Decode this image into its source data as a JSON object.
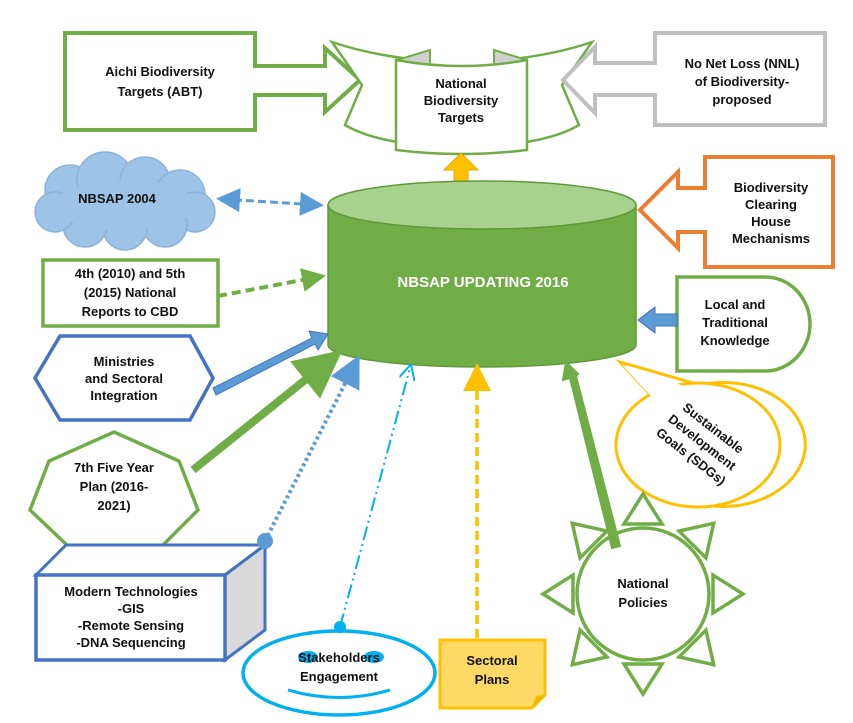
{
  "colors": {
    "green": "#70ad47",
    "light_green": "#a9d18e",
    "blue": "#4472c4",
    "light_blue": "#9dc3e6",
    "cyan": "#00b0f0",
    "orange": "#ed7d31",
    "gold": "#ffc000",
    "grey": "#bfbfbf"
  },
  "center": {
    "label": "NBSAP UPDATING 2016"
  },
  "nodes": {
    "aichi": [
      "Aichi Biodiversity",
      "Targets (ABT)"
    ],
    "national_targets": [
      "National",
      "Biodiversity",
      "Targets"
    ],
    "nnl": [
      "No Net Loss (NNL)",
      "of Biodiversity-",
      "proposed"
    ],
    "nbsap2004": [
      "NBSAP 2004"
    ],
    "clearing_house": [
      "Biodiversity",
      "Clearing",
      "House",
      "Mechanisms"
    ],
    "reports": [
      "4th (2010) and 5th",
      "(2015) National",
      "Reports to CBD"
    ],
    "local_knowledge": [
      "Local and",
      "Traditional",
      "Knowledge"
    ],
    "ministries": [
      "Ministries",
      "and Sectoral",
      "Integration"
    ],
    "sdgs": [
      "Sustainable",
      "Development",
      "Goals (SDGs)"
    ],
    "five_year_plan": [
      "7th Five Year",
      "Plan (2016-",
      "2021)"
    ],
    "modern_tech": [
      "Modern Technologies",
      "-GIS",
      "-Remote Sensing",
      "-DNA Sequencing"
    ],
    "stakeholders": [
      "Stakeholders",
      "Engagement"
    ],
    "sectoral_plans": [
      "Sectoral",
      "Plans"
    ],
    "national_policies": [
      "National",
      "Policies"
    ]
  }
}
